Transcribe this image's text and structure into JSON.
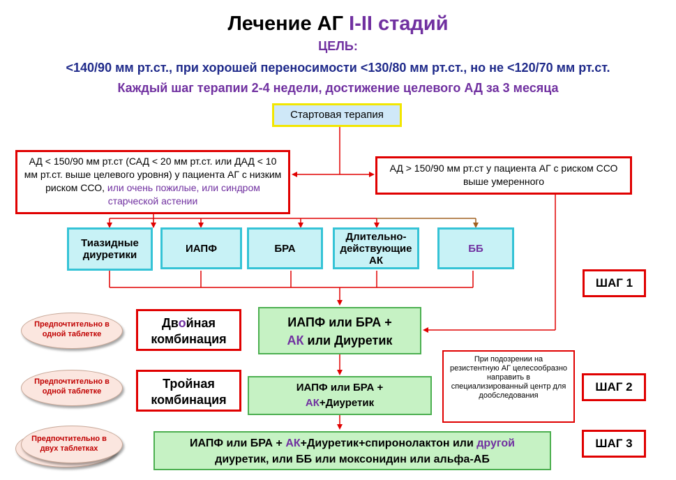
{
  "header": {
    "title_main": "Лечение АГ ",
    "title_accent": "I-II стадий",
    "goal_label": "ЦЕЛЬ:",
    "goal_text": "<140/90 мм рт.ст., при хорошей переносимости <130/80 мм рт.ст., но не <120/70 мм рт.ст.",
    "step_text": "Каждый шаг терапии 2-4 недели, достижение целевого АД за 3 месяца"
  },
  "start_box": "Стартовая терапия",
  "condition_left": {
    "text": "АД < 150/90 мм рт.ст (САД < 20 мм рт.ст. или ДАД < 10 мм рт.ст. выше целевого уровня) у пациента  АГ с низким риском ССО,",
    "text_purple": " или очень пожилые, или синдром старческой астении"
  },
  "condition_right": "АД > 150/90 мм рт.ст у пациента АГ с риском ССО выше умеренного",
  "drugs": {
    "thiazide": "Тиазидные диуретики",
    "iapf": "ИАПФ",
    "bra": "БРА",
    "ak": "Длительно-действующие АК",
    "bb": "ББ"
  },
  "steps": {
    "step1": "ШАГ 1",
    "step2": "ШАГ 2",
    "step3": "ШАГ 3"
  },
  "combos": {
    "double_part1": "Дв",
    "double_accent": "о",
    "double_part2": "йная комбинация",
    "triple": "Тройная комбинация"
  },
  "ovals": {
    "oval1": "Предпочтительно в одной таблетке",
    "oval2": "Предпочтительно в одной таблетке",
    "oval3": "Предпочтительно в двух таблетках"
  },
  "green_boxes": {
    "box1_line1": "ИАПФ или БРА +",
    "box1_accent": "АК",
    "box1_line2_rest": " или Диуретик",
    "box2_line1": "ИАПФ или БРА +",
    "box2_accent": "АК",
    "box2_line2_rest": "+Диуретик",
    "box3_part1": "ИАПФ или БРА + ",
    "box3_accent1": "АК",
    "box3_part2": "+Диуретик+спиронолактон или ",
    "box3_accent2": "другой",
    "box3_part3": " диуретик, или ББ или моксонидин или альфа-АБ"
  },
  "note": "При подозрении на резистентную АГ целесообразно направить в специализированный центр для дообследования",
  "colors": {
    "red": "#e00000",
    "purple": "#7030a0",
    "navy": "#1f2a8a",
    "cyan_fill": "#c8f2f6",
    "green_fill": "#c6f2c4",
    "start_border": "#f2e600"
  }
}
